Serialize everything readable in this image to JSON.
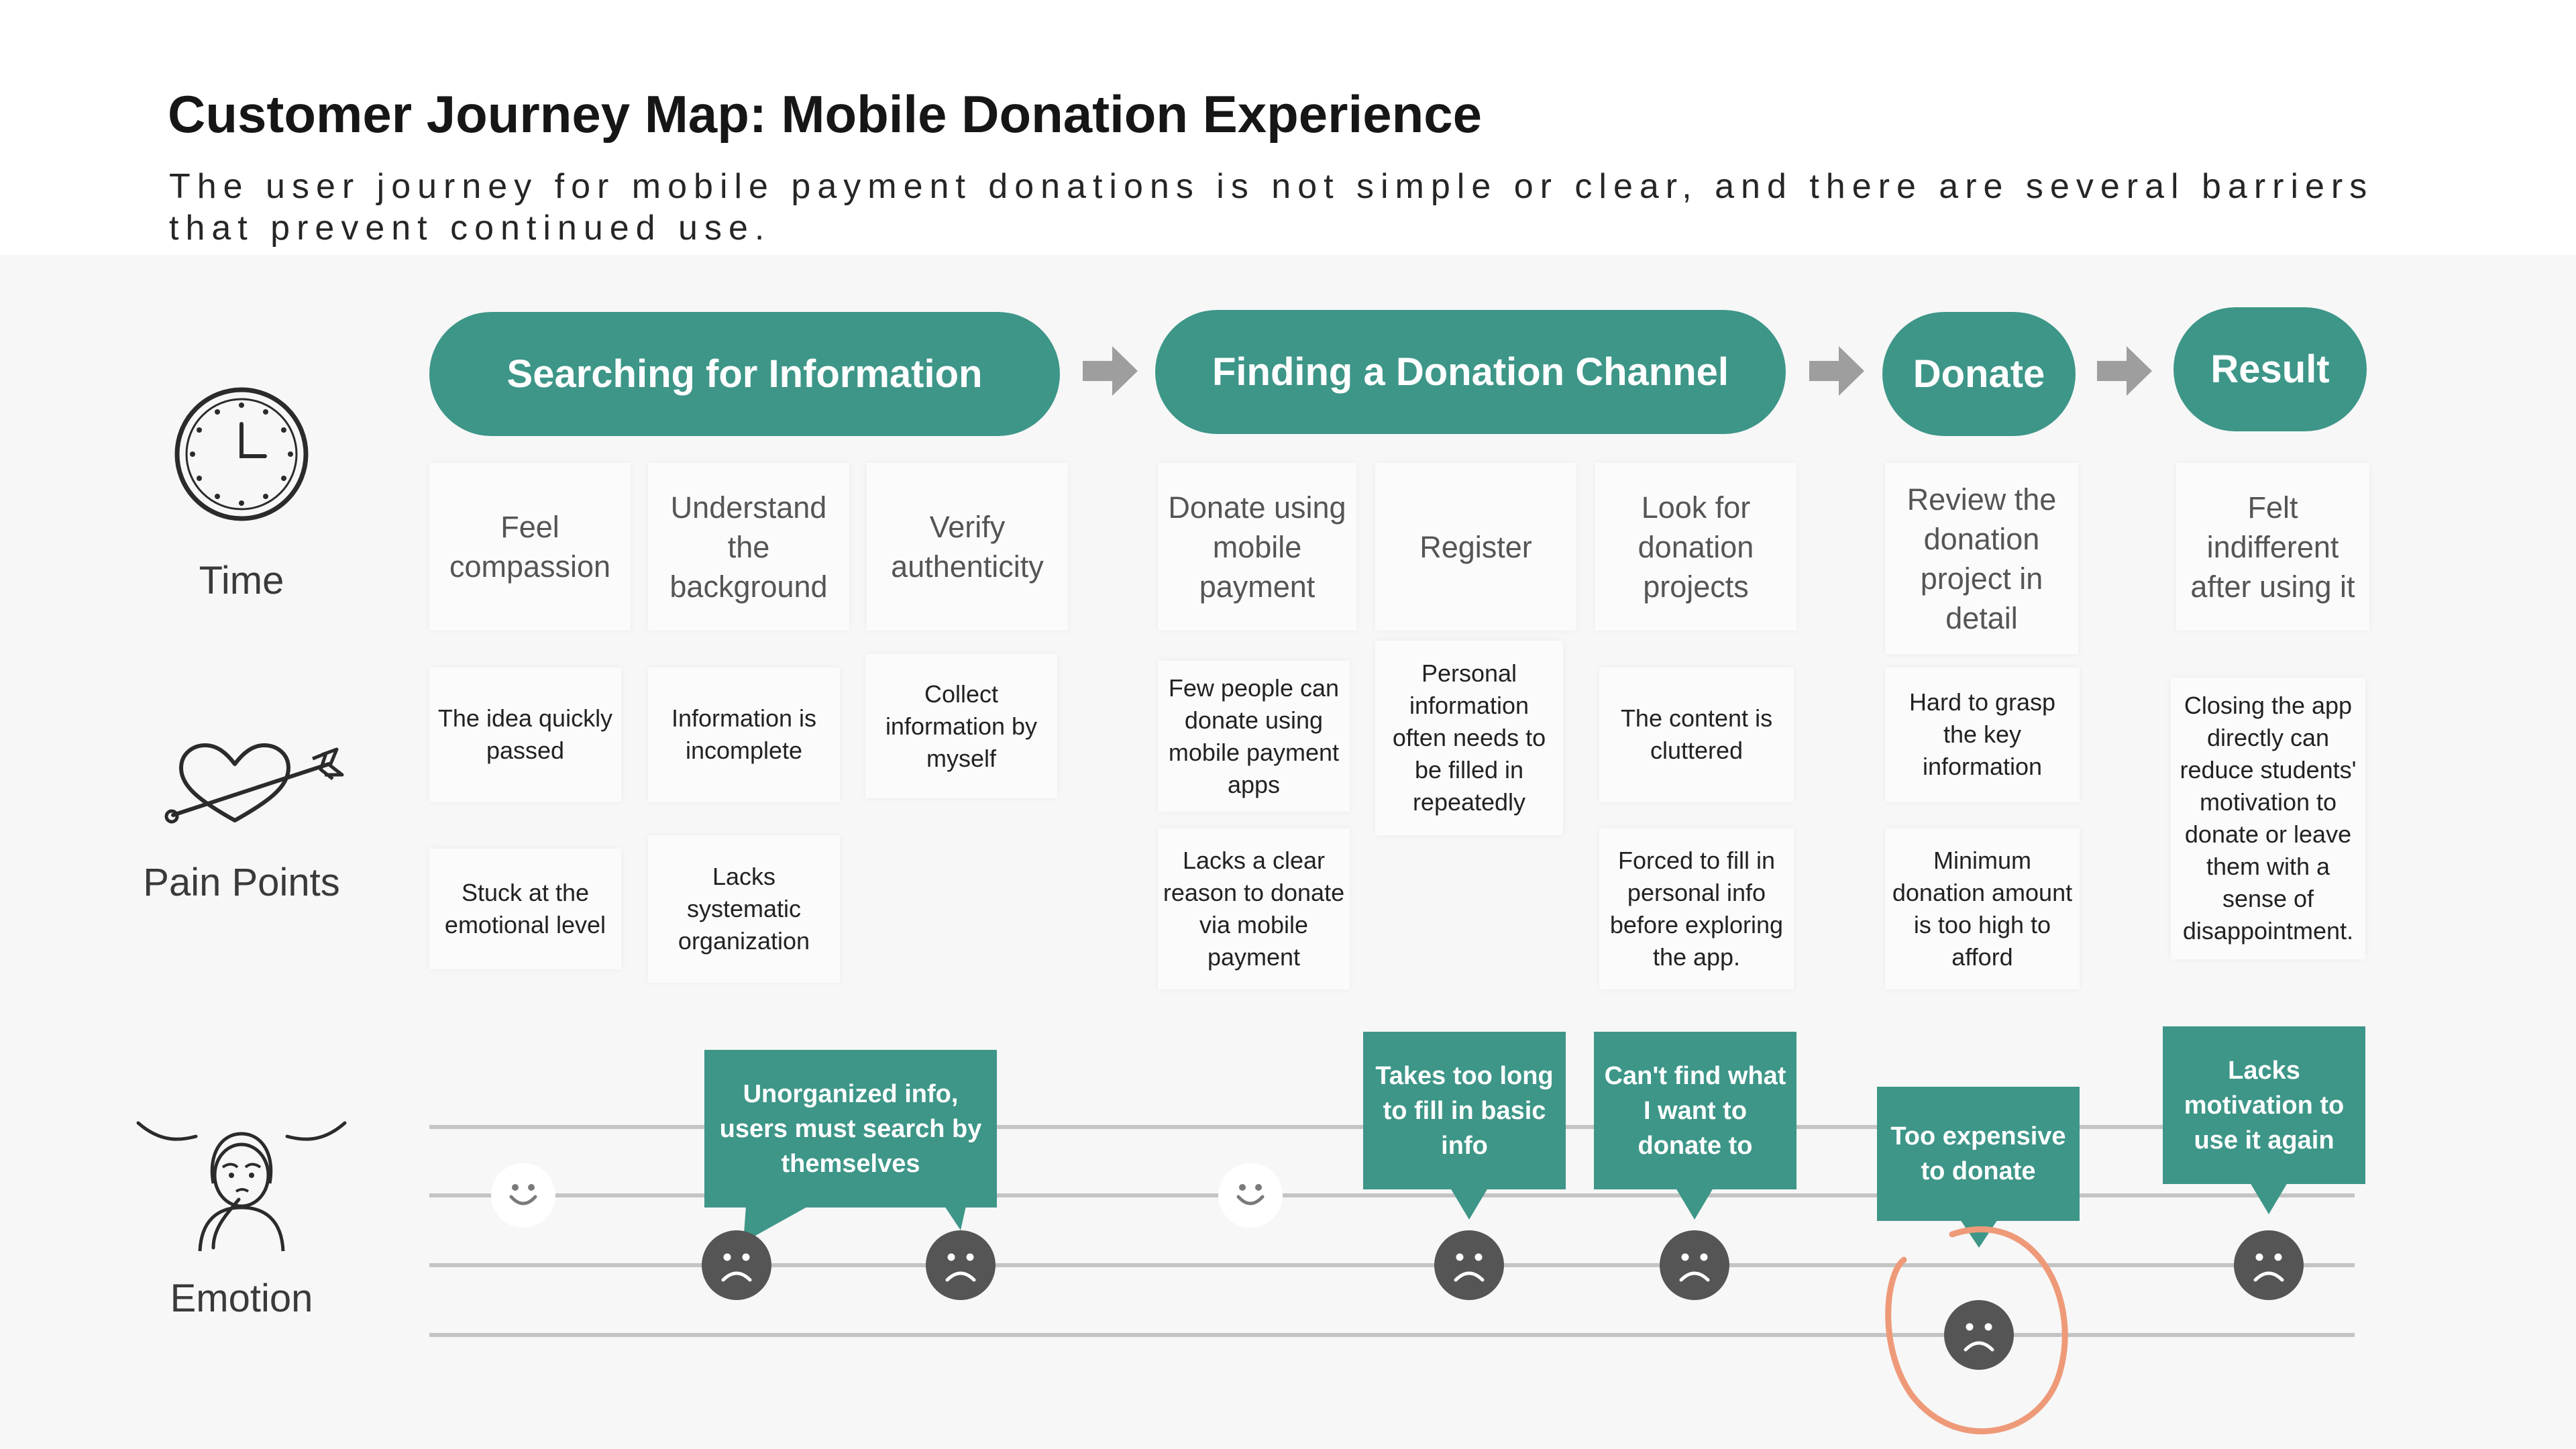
{
  "header": {
    "title": "Customer Journey Map: Mobile Donation Experience",
    "subtitle": "The user journey for mobile payment donations is not simple or clear, and there are several barriers that prevent continued use."
  },
  "colors": {
    "teal": "#3d9688",
    "arrow_gray": "#9e9e9e",
    "sad_face": "#555555",
    "highlight_circle": "#ee9a78"
  },
  "stages": [
    {
      "label": "Searching for Information"
    },
    {
      "label": "Finding a Donation Channel"
    },
    {
      "label": "Donate"
    },
    {
      "label": "Result"
    }
  ],
  "rows": {
    "time": {
      "label": "Time",
      "icon": "clock-icon"
    },
    "pain_points": {
      "label": "Pain Points",
      "icon": "heart-arrow-icon"
    },
    "emotion": {
      "label": "Emotion",
      "icon": "thinking-person-icon"
    }
  },
  "steps": [
    {
      "text": "Feel compassion"
    },
    {
      "text": "Understand the background"
    },
    {
      "text": "Verify authenticity"
    },
    {
      "text": "Donate using mobile payment"
    },
    {
      "text": "Register"
    },
    {
      "text": "Look for donation projects"
    },
    {
      "text": "Review the donation project in detail"
    },
    {
      "text": "Felt indifferent after using it"
    }
  ],
  "pain_points": [
    {
      "text": "The idea quickly passed"
    },
    {
      "text": "Information is incomplete"
    },
    {
      "text": "Collect information by myself"
    },
    {
      "text": "Few people can donate using mobile payment apps"
    },
    {
      "text": "Personal information often needs to be filled in repeatedly"
    },
    {
      "text": "The content is cluttered"
    },
    {
      "text": "Hard to grasp the key information"
    },
    {
      "text": "Closing the app directly can reduce students' motivation to donate or leave them with a sense of disappointment."
    },
    {
      "text": "Stuck at the emotional level"
    },
    {
      "text": "Lacks systematic organization"
    },
    {
      "text": "Lacks a clear reason to donate via mobile payment"
    },
    {
      "text": "Forced to fill in personal info before exploring the app."
    },
    {
      "text": "Minimum donation amount is too high to afford"
    }
  ],
  "emotion": {
    "levels": 4,
    "points": [
      {
        "step": 1,
        "level": 2,
        "face": "happy"
      },
      {
        "step": 2,
        "level": 3,
        "face": "sad"
      },
      {
        "step": 3,
        "level": 3,
        "face": "sad"
      },
      {
        "step": 4,
        "level": 2,
        "face": "happy"
      },
      {
        "step": 5,
        "level": 3,
        "face": "sad"
      },
      {
        "step": 6,
        "level": 3,
        "face": "sad"
      },
      {
        "step": 7,
        "level": 4,
        "face": "sad",
        "highlight": true
      },
      {
        "step": 8,
        "level": 3,
        "face": "sad"
      }
    ],
    "callouts": [
      {
        "text": "Unorganized info, users must search by themselves"
      },
      {
        "text": "Takes too long to fill in basic info"
      },
      {
        "text": "Can't find what I want to donate to"
      },
      {
        "text": "Too expensive to donate"
      },
      {
        "text": "Lacks motivation to use it again"
      }
    ]
  }
}
